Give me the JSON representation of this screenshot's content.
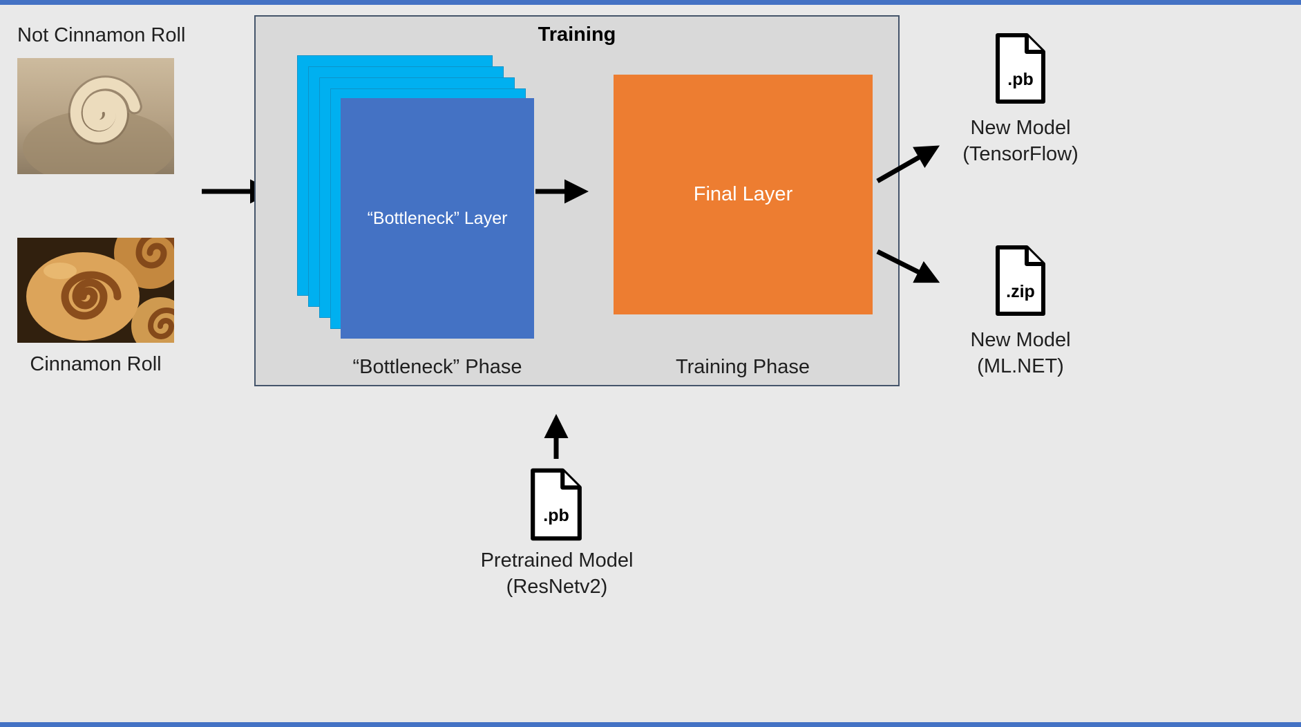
{
  "colors": {
    "background": "#e9e9e9",
    "training_box_fill": "#d9d9d9",
    "training_box_border": "#44546a",
    "stack_layer": "#00b0f0",
    "stack_layer_border": "#0d93c9",
    "bottleneck_front": "#4472c4",
    "final_layer": "#ed7d31",
    "arrow": "#000000",
    "accent_strip": "#4472c4",
    "text": "#1f1f1f"
  },
  "inputs": {
    "not_cinnamon_label": "Not Cinnamon Roll",
    "cinnamon_label": "Cinnamon Roll"
  },
  "training": {
    "title": "Training",
    "bottleneck_layer_label": "“Bottleneck” Layer",
    "bottleneck_phase_label": "“Bottleneck” Phase",
    "final_layer_label": "Final Layer",
    "training_phase_label": "Training Phase"
  },
  "outputs": {
    "tensorflow": {
      "file_ext": ".pb",
      "name": "New Model",
      "framework": "(TensorFlow)"
    },
    "mlnet": {
      "file_ext": ".zip",
      "name": "New Model",
      "framework": "(ML.NET)"
    }
  },
  "pretrained": {
    "file_ext": ".pb",
    "name": "Pretrained Model",
    "framework": "(ResNetv2)"
  },
  "icons": {
    "file_icon": "document-with-folded-corner",
    "arrow": "solid-black-arrow",
    "dog_photo": "curled-dog-tail-photo",
    "roll_photo": "cinnamon-rolls-photo"
  }
}
